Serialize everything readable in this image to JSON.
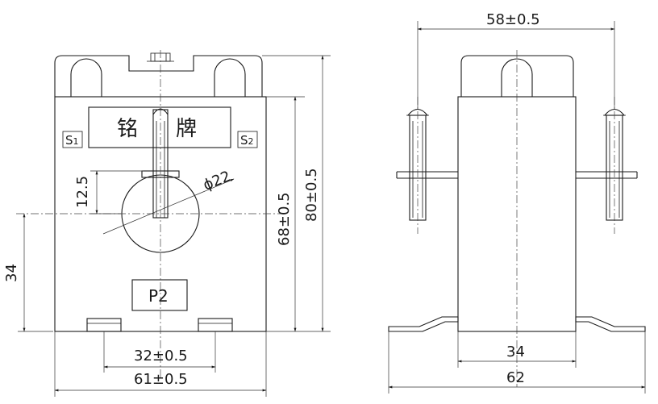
{
  "nameplate": {
    "char_left": "铭",
    "char_right": "牌"
  },
  "terminals": {
    "s1_letter": "S",
    "s1_sub": "1",
    "s2_letter": "S",
    "s2_sub": "2",
    "p2": "P2"
  },
  "dimensions": {
    "hole_diameter": "ϕ22",
    "offset_12_5": "12.5",
    "height_34": "34",
    "height_68": "68±0.5",
    "height_80": "80±0.5",
    "width_32": "32±0.5",
    "width_61": "61±0.5",
    "side_top_58": "58±0.5",
    "side_34": "34",
    "side_62": "62"
  }
}
